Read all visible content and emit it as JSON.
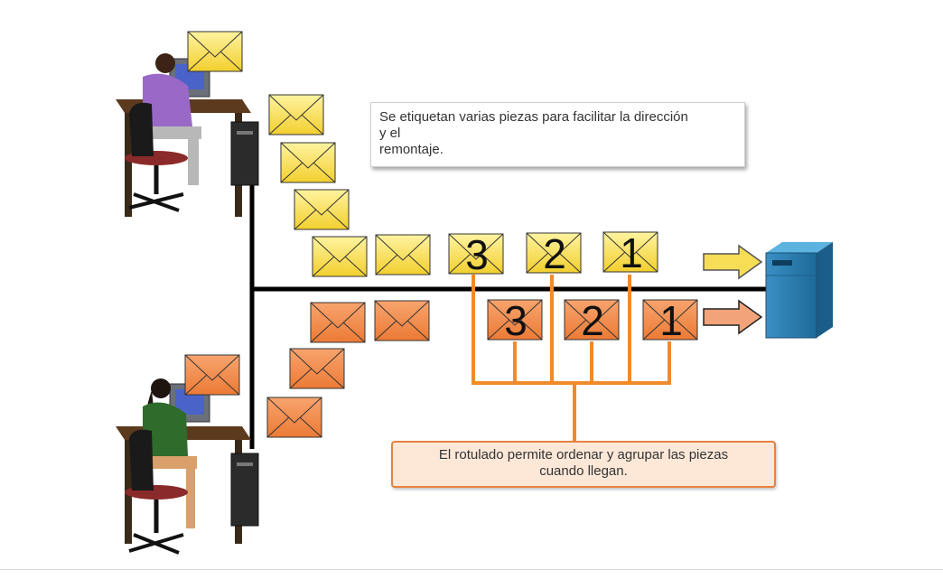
{
  "callouts": {
    "top": "Se etiquetan varias piezas para facilitar la dirección\ny el\nremontaje.",
    "bottom": "El rotulado permite ordenar y agrupar las piezas\ncuando llegan."
  },
  "yellow_labels": [
    "3",
    "2",
    "1"
  ],
  "orange_labels": [
    "3",
    "2",
    "1"
  ],
  "colors": {
    "yellow": "#f7d94a",
    "orange": "#f08a4b",
    "line_orange": "#f08a2c",
    "server_blue": "#2a7db0",
    "network_line": "#000000"
  },
  "icons": [
    "user-workstation-icon",
    "envelope-icon",
    "server-icon",
    "arrow-right-icon"
  ]
}
